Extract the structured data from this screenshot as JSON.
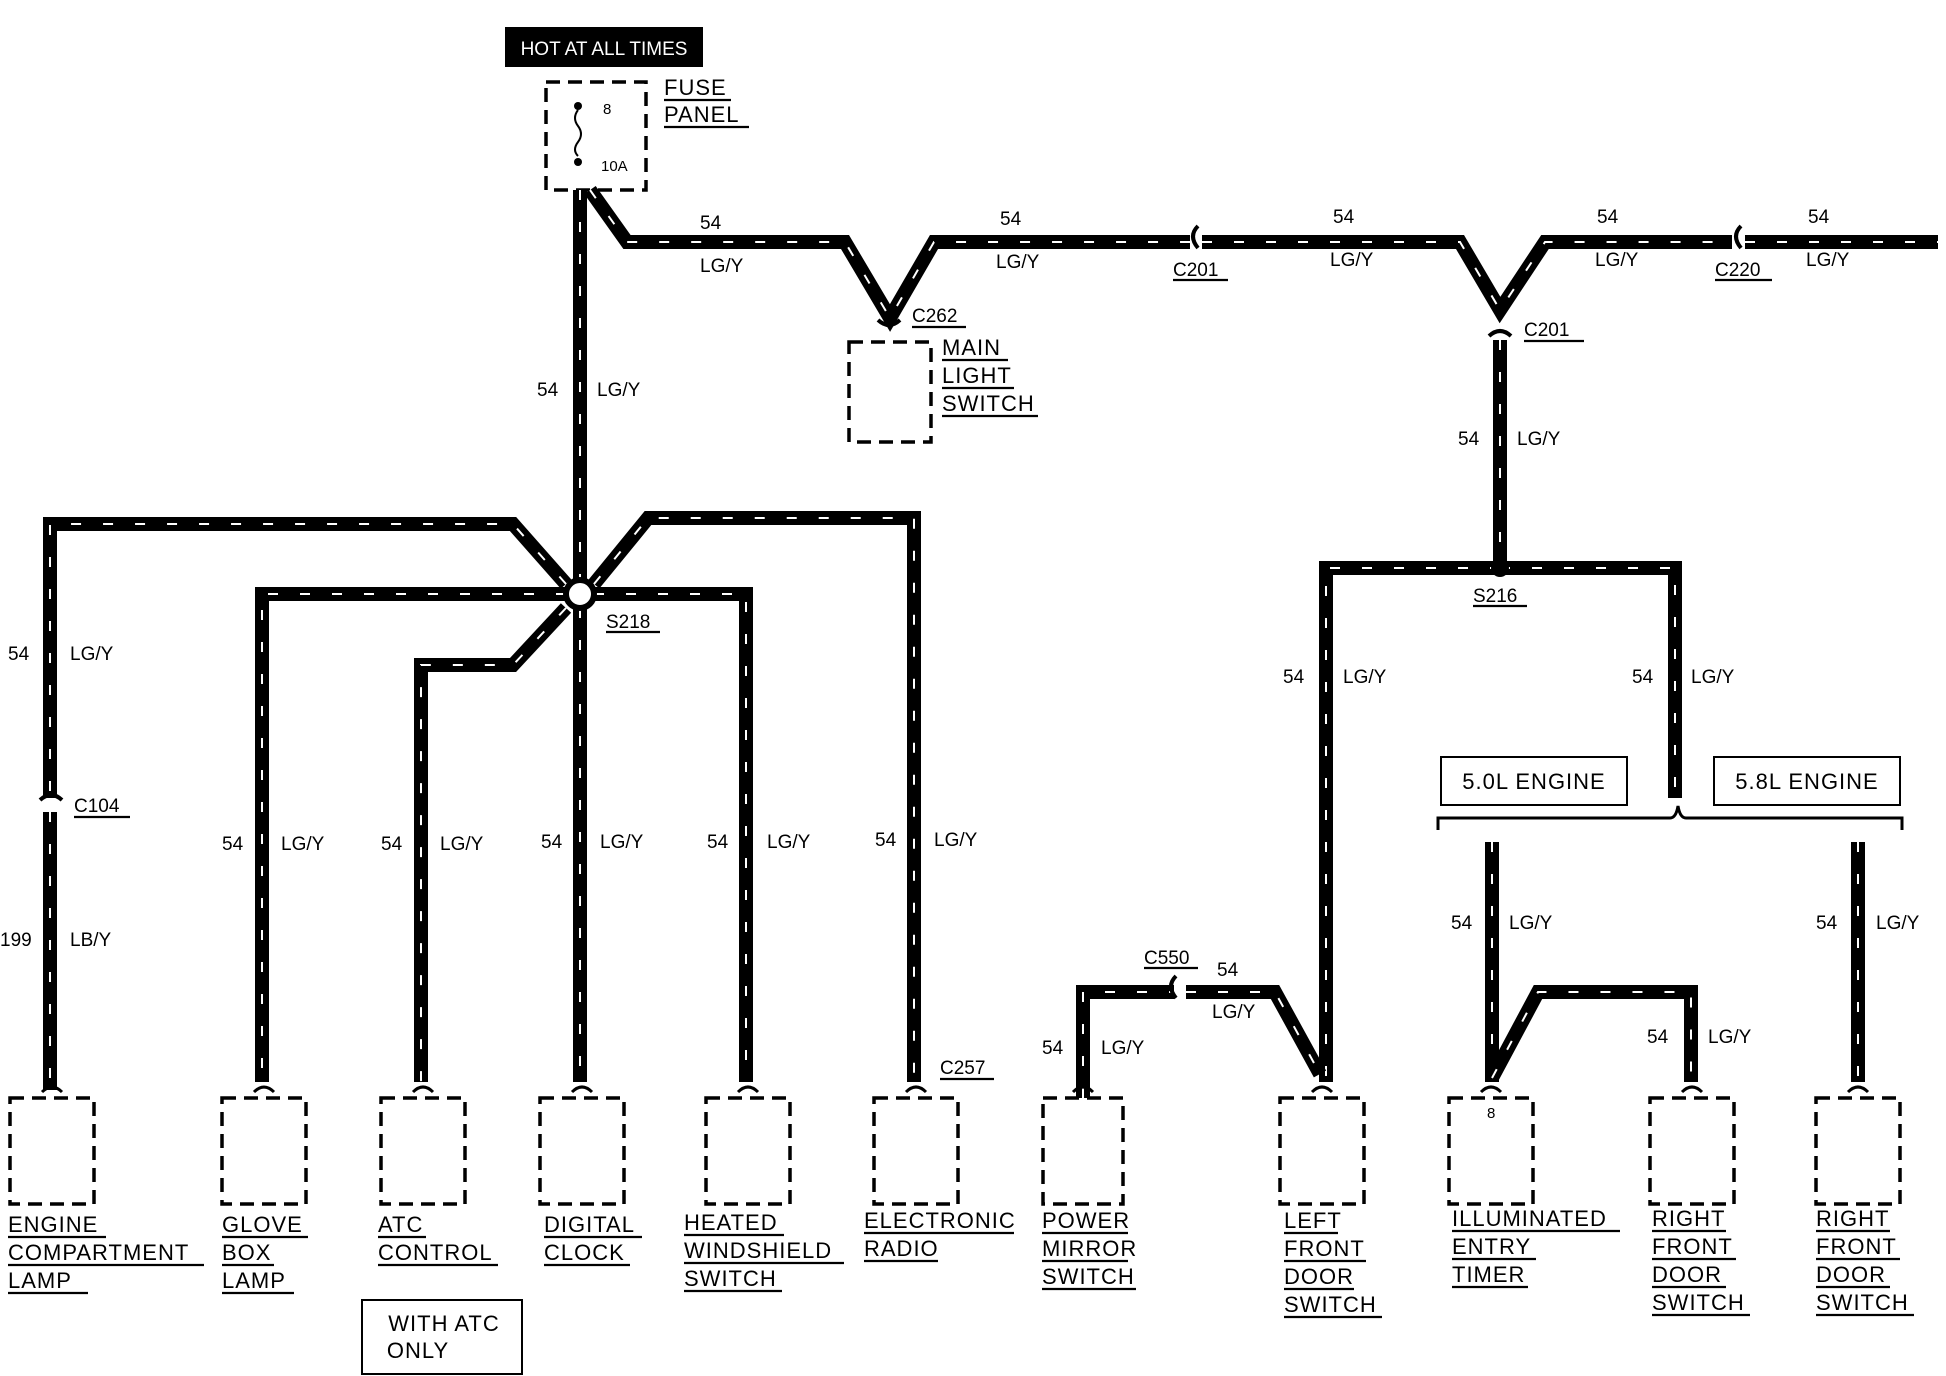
{
  "header": {
    "hot_label": "HOT AT ALL TIMES"
  },
  "fuse": {
    "title_line1": "FUSE",
    "title_line2": "PANEL",
    "number": "8",
    "rating": "10A"
  },
  "wire_codes": {
    "circuit": "54",
    "color": "LG/Y",
    "engine_lamp_circuit": "199",
    "engine_lamp_color": "LB/Y"
  },
  "connectors": {
    "c262": "C262",
    "c201_top": "C201",
    "c201_right": "C201",
    "c220": "C220",
    "c104": "C104",
    "c257": "C257",
    "c550": "C550"
  },
  "splices": {
    "s218": "S218",
    "s216": "S216"
  },
  "main_light_switch": {
    "line1": "MAIN",
    "line2": "LIGHT",
    "line3": "SWITCH"
  },
  "engines": {
    "left": "5.0L ENGINE",
    "right": "5.8L ENGINE"
  },
  "atc_note": {
    "line1": "WITH ATC",
    "line2": "ONLY"
  },
  "timer_pin": "8",
  "components": [
    {
      "line1": "ENGINE",
      "line2": "COMPARTMENT",
      "line3": "LAMP"
    },
    {
      "line1": "GLOVE",
      "line2": "BOX",
      "line3": "LAMP"
    },
    {
      "line1": "ATC",
      "line2": "CONTROL",
      "line3": ""
    },
    {
      "line1": "DIGITAL",
      "line2": "CLOCK",
      "line3": ""
    },
    {
      "line1": "HEATED",
      "line2": "WINDSHIELD",
      "line3": "SWITCH"
    },
    {
      "line1": "ELECTRONIC",
      "line2": "RADIO",
      "line3": ""
    },
    {
      "line1": "POWER",
      "line2": "MIRROR",
      "line3": "SWITCH"
    },
    {
      "line1": "LEFT",
      "line2": "FRONT",
      "line3": "DOOR",
      "line4": "SWITCH"
    },
    {
      "line1": "ILLUMINATED",
      "line2": "ENTRY",
      "line3": "TIMER"
    },
    {
      "line1": "RIGHT",
      "line2": "FRONT",
      "line3": "DOOR",
      "line4": "SWITCH"
    },
    {
      "line1": "RIGHT",
      "line2": "FRONT",
      "line3": "DOOR",
      "line4": "SWITCH"
    }
  ]
}
